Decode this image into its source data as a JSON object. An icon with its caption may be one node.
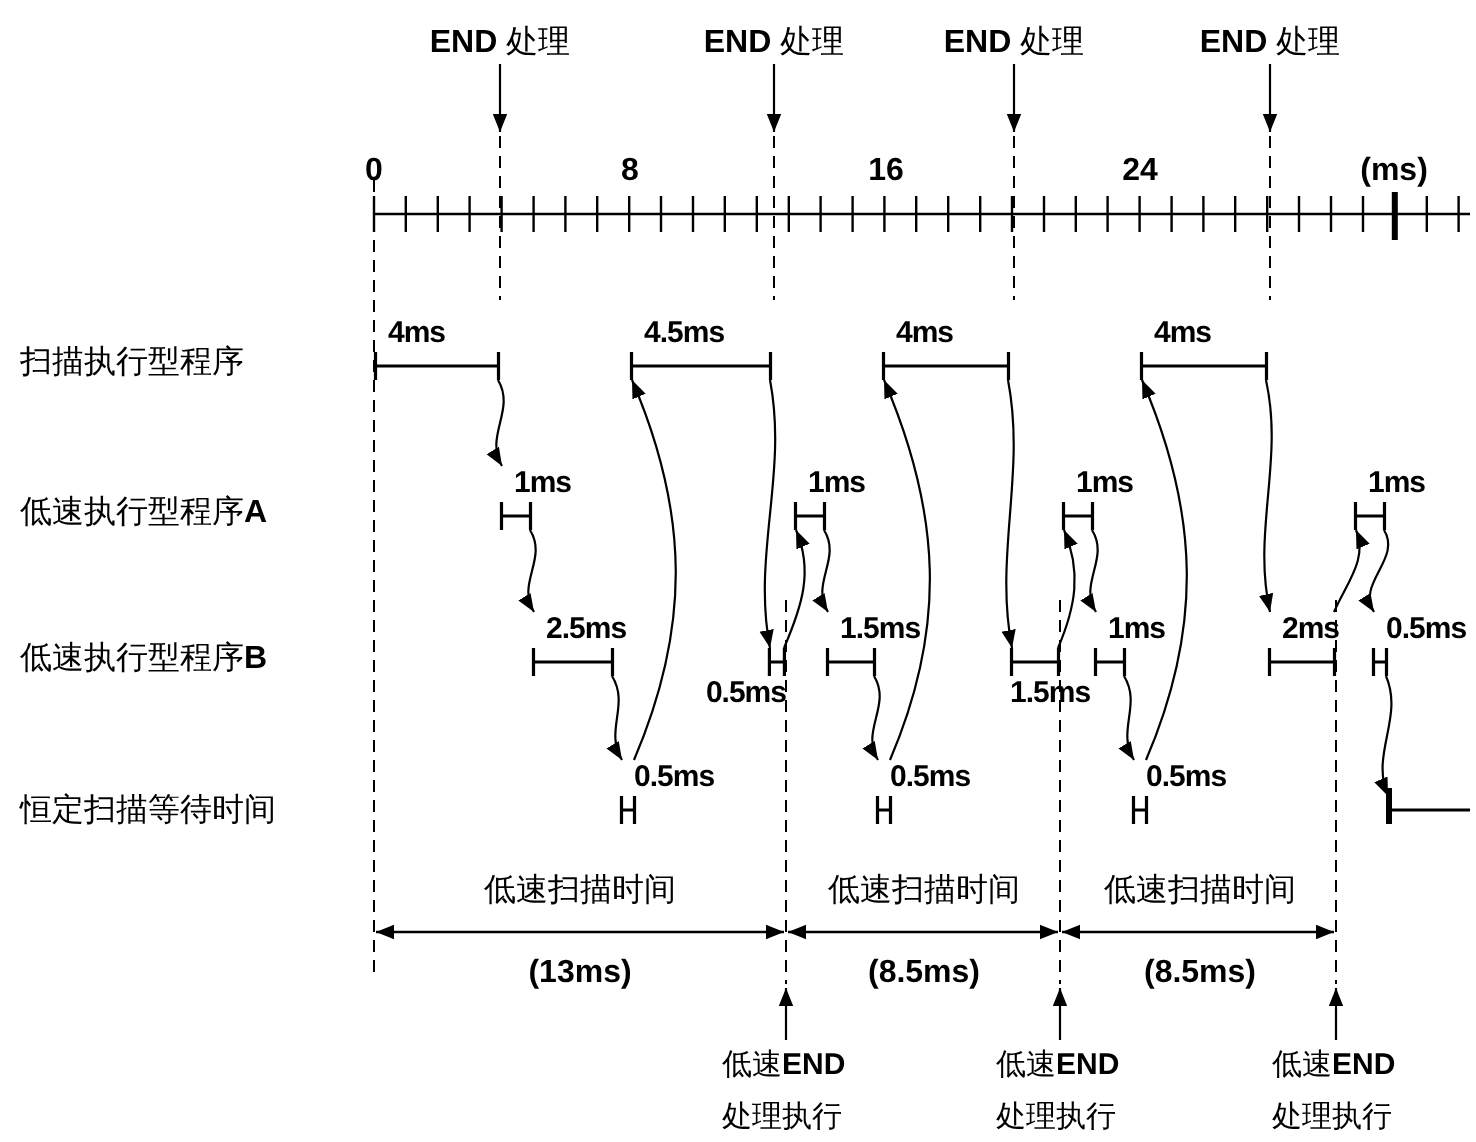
{
  "diagram": {
    "nodes": [
      {
        "text": [
          "**END** 处理"
        ]
      },
      {
        "text": [
          "**END** 处理"
        ]
      },
      {
        "text": [
          "**END** 处理"
        ]
      },
      {
        "text": [
          "**END** 处理"
        ]
      },
      {
        "text": [
          "4ms"
        ]
      },
      {
        "text": [
          "1ms"
        ]
      },
      {
        "text": [
          "2.5ms"
        ]
      },
      {
        "text": [
          "0.5ms"
        ]
      },
      {
        "text": [
          "4.5ms"
        ]
      },
      {
        "text": [
          "0.5ms"
        ]
      },
      {
        "text": [
          "1ms"
        ]
      },
      {
        "text": [
          "1.5ms"
        ]
      },
      {
        "text": [
          "0.5ms"
        ]
      },
      {
        "text": [
          "4ms"
        ]
      },
      {
        "text": [
          "1.5ms"
        ]
      },
      {
        "text": [
          "1ms"
        ]
      },
      {
        "text": [
          "1ms"
        ]
      },
      {
        "text": [
          "0.5ms"
        ]
      },
      {
        "text": [
          "4ms"
        ]
      },
      {
        "text": [
          "2ms"
        ]
      },
      {
        "text": [
          "1ms"
        ]
      },
      {
        "text": [
          "0.5ms"
        ]
      },
      {
        "text": [],
        "shape": "bar"
      },
      {
        "text": [
          "低速**END**处理执行"
        ]
      },
      {
        "text": [
          "低速**END**处理执行"
        ]
      },
      {
        "text": [
          "低速**END**处理执行"
        ]
      }
    ],
    "edges": [
      {
        "from": 0,
        "to": null,
        "arrow": "to"
      },
      {
        "from": 1,
        "to": null,
        "arrow": "to"
      },
      {
        "from": 2,
        "to": null,
        "arrow": "to"
      },
      {
        "from": 3,
        "to": null,
        "arrow": "to"
      },
      {
        "from": 4,
        "to": 5,
        "arrow": "to"
      },
      {
        "from": 5,
        "to": 6,
        "arrow": "to"
      },
      {
        "from": 6,
        "to": 7,
        "arrow": "to"
      },
      {
        "from": 7,
        "to": 8,
        "arrow": "to"
      },
      {
        "from": 8,
        "to": 9,
        "arrow": "to"
      },
      {
        "from": 9,
        "to": 10,
        "arrow": "to"
      },
      {
        "from": 10,
        "to": 11,
        "arrow": "to"
      },
      {
        "from": 11,
        "to": 12,
        "arrow": "to"
      },
      {
        "from": 12,
        "to": 13,
        "arrow": "to"
      },
      {
        "from": 13,
        "to": 14,
        "arrow": "to"
      },
      {
        "from": 14,
        "to": 15,
        "arrow": "to"
      },
      {
        "from": 15,
        "to": 16,
        "arrow": "to"
      },
      {
        "from": 16,
        "to": 17,
        "arrow": "to"
      },
      {
        "from": 17,
        "to": 18,
        "arrow": "to"
      },
      {
        "from": 18,
        "to": 19,
        "arrow": "to"
      },
      {
        "from": 19,
        "to": 20,
        "arrow": "to"
      },
      {
        "from": 20,
        "to": 21,
        "arrow": "to"
      },
      {
        "from": 21,
        "to": 22,
        "arrow": "to"
      },
      {
        "from": 23,
        "to": null,
        "arrow": "to"
      },
      {
        "from": 24,
        "to": null,
        "arrow": "to"
      },
      {
        "from": 25,
        "to": null,
        "arrow": "to"
      }
    ],
    "labels": [
      "0",
      "8",
      "16",
      "24",
      "(ms)",
      "扫描执行型程序",
      "低速执行型程序**A**",
      "低速执行型程序**B**",
      "恒定扫描等待时间",
      "低速扫描时间",
      "低速扫描时间",
      "低速扫描时间",
      "(13ms)",
      "(8.5ms)",
      "(8.5ms)"
    ]
  }
}
